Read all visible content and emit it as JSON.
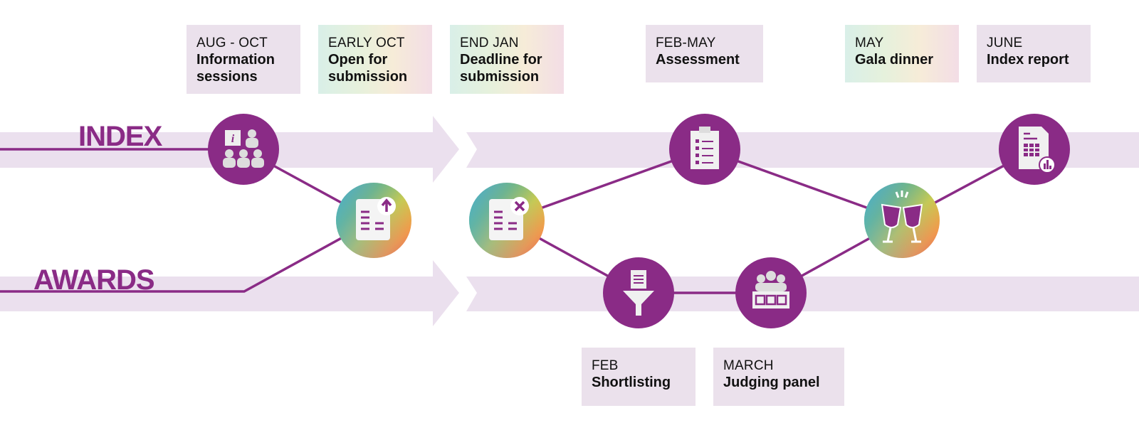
{
  "lanes": {
    "index": "INDEX",
    "awards": "AWARDS"
  },
  "colors": {
    "purple": "#8a2b86",
    "band": "#ebe0ee",
    "box": "#ebe1ec"
  },
  "milestones": [
    {
      "when": "AUG - OCT",
      "what": "Information sessions",
      "icon": "info-session-icon"
    },
    {
      "when": "EARLY OCT",
      "what": "Open for submission",
      "icon": "document-upload-icon"
    },
    {
      "when": "END JAN",
      "what": "Deadline for submission",
      "icon": "document-close-icon"
    },
    {
      "when": "FEB-MAY",
      "what": "Assessment",
      "icon": "clipboard-checklist-icon"
    },
    {
      "when": "FEB",
      "what": "Shortlisting",
      "icon": "document-funnel-icon"
    },
    {
      "when": "MARCH",
      "what": "Judging panel",
      "icon": "judging-panel-icon"
    },
    {
      "when": "MAY",
      "what": "Gala dinner",
      "icon": "wine-glasses-icon"
    },
    {
      "when": "JUNE",
      "what": "Index report",
      "icon": "report-chart-icon"
    }
  ]
}
